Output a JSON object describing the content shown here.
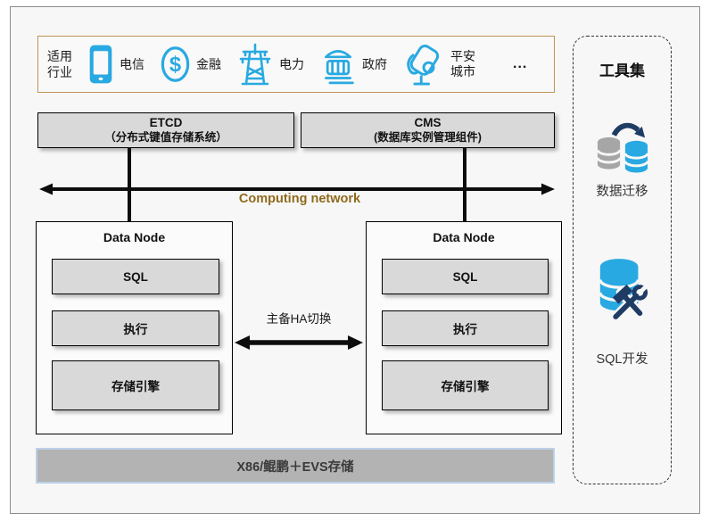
{
  "industry": {
    "label_line1": "适用",
    "label_line2": "行业",
    "items": [
      {
        "label": "电信"
      },
      {
        "label": "金融"
      },
      {
        "label": "电力"
      },
      {
        "label": "政府"
      },
      {
        "label": "平安城市"
      }
    ],
    "more": "..."
  },
  "components": {
    "etcd": {
      "title": "ETCD",
      "subtitle": "（分布式键值存储系统）"
    },
    "cms": {
      "title": "CMS",
      "subtitle": "(数据库实例管理组件)"
    }
  },
  "network": {
    "label": "Computing network"
  },
  "data_node": {
    "title": "Data Node",
    "layers": [
      "SQL",
      "执行",
      "存储引擎"
    ]
  },
  "ha": {
    "label": "主备HA切换"
  },
  "infrastructure": {
    "label": "X86/鲲鹏＋EVS存储"
  },
  "toolset": {
    "title": "工具集",
    "tools": [
      {
        "label": "数据迁移"
      },
      {
        "label": "SQL开发"
      }
    ]
  },
  "colors": {
    "accent_blue": "#29a9e1",
    "navy": "#1e3c64",
    "gold_border": "#c09555",
    "network_label_color": "#8f6a1c",
    "box_fill": "#d9d9d9",
    "bar_fill": "#b3b3b3"
  }
}
